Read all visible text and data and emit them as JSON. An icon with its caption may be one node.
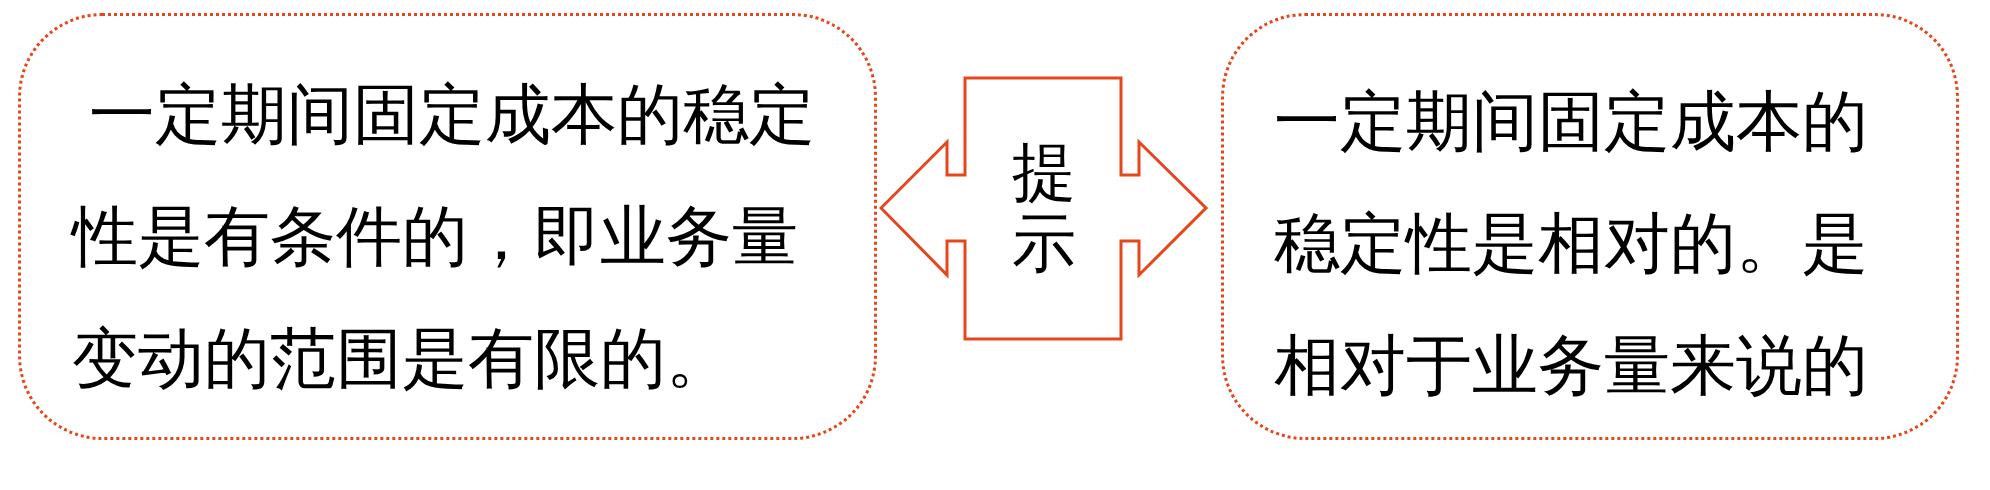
{
  "diagram": {
    "nodes": [
      {
        "text": [
          "一定期间固定成本的稳定性是有条件的，即业务量变动的范围是有限的。"
        ]
      },
      {
        "text": [
          "提示"
        ]
      },
      {
        "text": [
          "一定期间固定成本的稳定性是相对的。是相对于业务量来说的"
        ]
      }
    ]
  }
}
